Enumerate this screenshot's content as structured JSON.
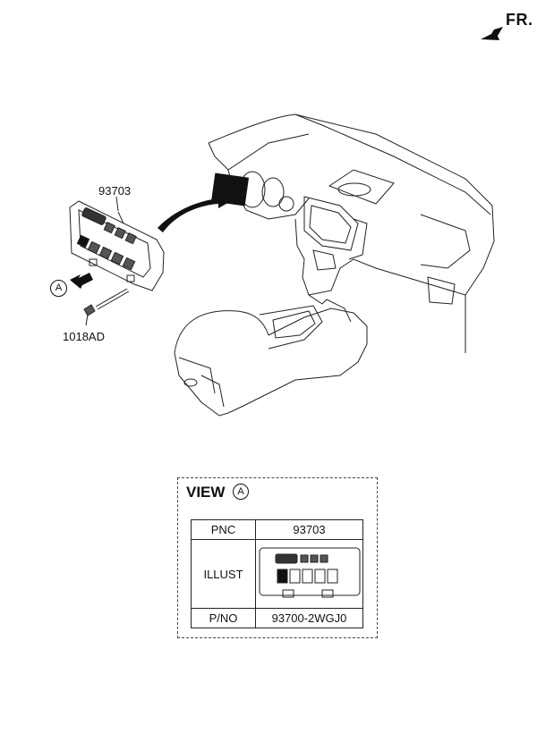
{
  "direction": {
    "label": "FR."
  },
  "parts": {
    "switch_panel": "93703",
    "screw": "1018AD",
    "view_marker": "A"
  },
  "view": {
    "title": "VIEW",
    "marker": "A",
    "rows": [
      {
        "header": "PNC",
        "value": "93703"
      },
      {
        "header": "ILLUST",
        "value": ""
      },
      {
        "header": "P/NO",
        "value": "93700-2WGJ0"
      }
    ]
  }
}
